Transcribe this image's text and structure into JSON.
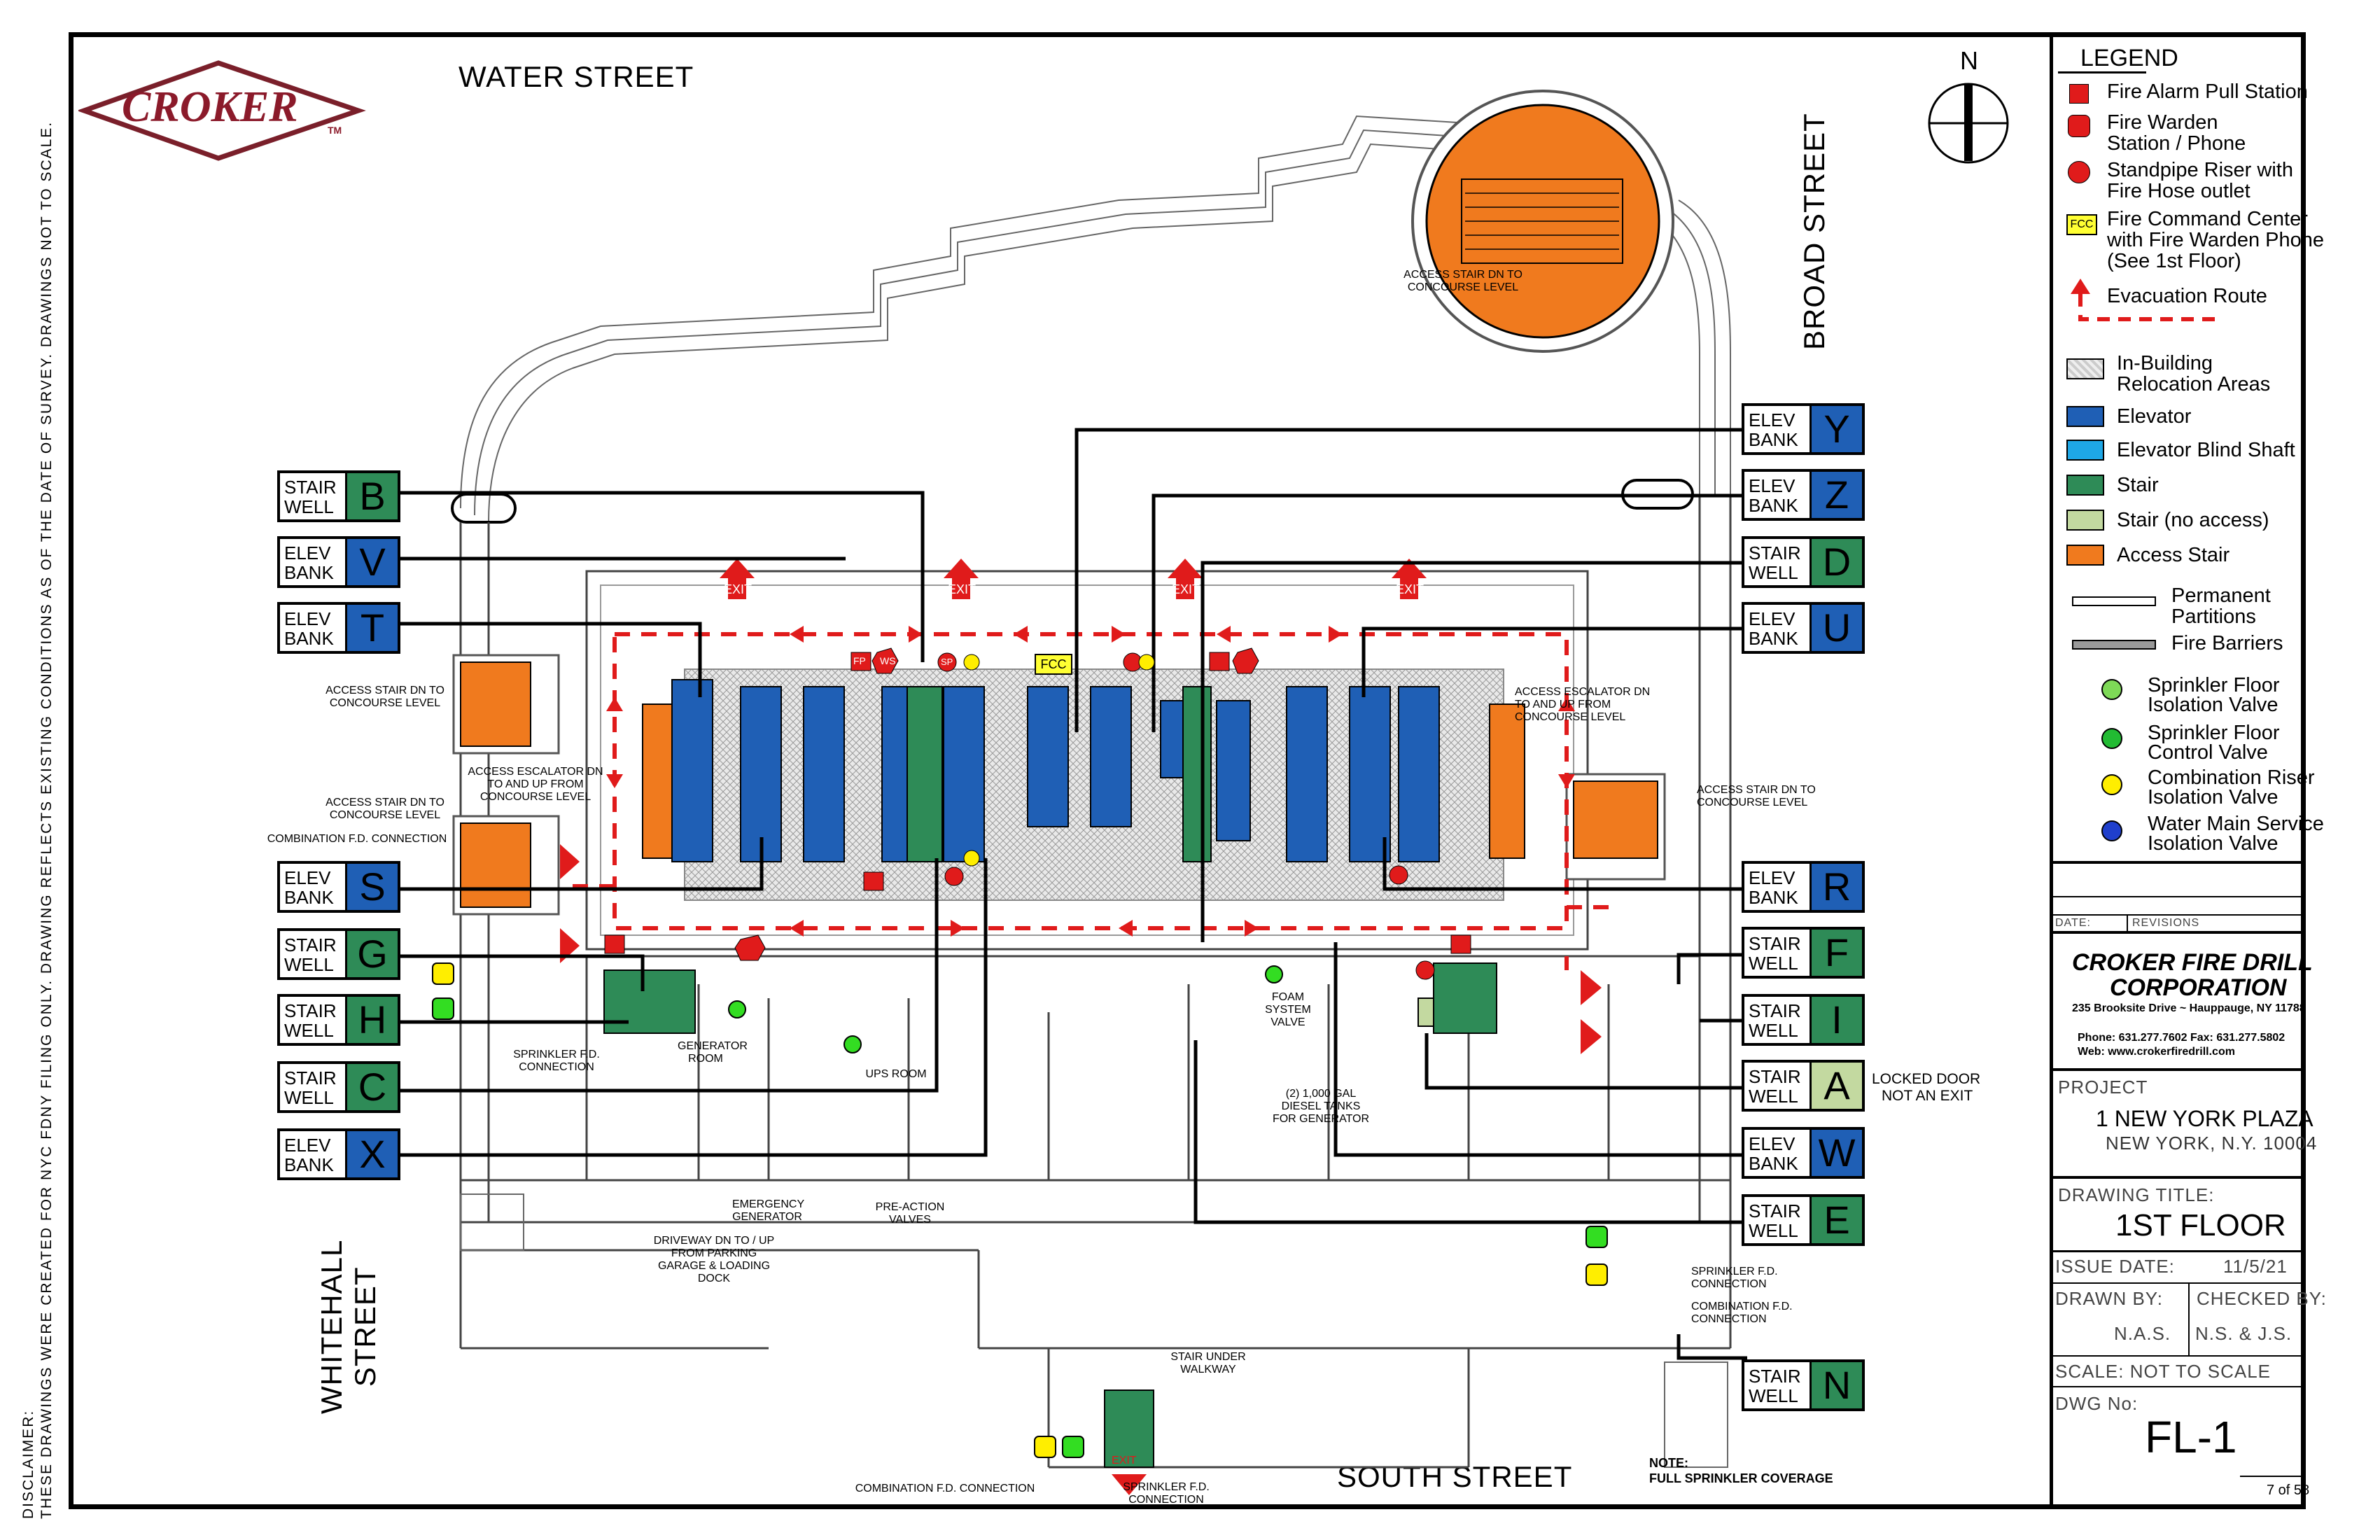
{
  "streets": {
    "water": "WATER STREET",
    "broad": "BROAD STREET",
    "whitehall_1": "WHITEHALL",
    "whitehall_2": "STREET",
    "south": "SOUTH STREET"
  },
  "logo": {
    "text": "CROKER",
    "tm": "TM"
  },
  "north": "N",
  "disclaimer": {
    "line1": "DISCLAIMER:",
    "line2": "THESE DRAWINGS WERE CREATED FOR NYC FDNY FILING ONLY. DRAWING REFLECTS EXISTING CONDITIONS AS OF THE DATE OF SURVEY. DRAWINGS NOT TO SCALE."
  },
  "key_boxes": {
    "b": {
      "type": "STAIR WELL",
      "letter": "B",
      "kind": "stair"
    },
    "v": {
      "type": "ELEV BANK",
      "letter": "V",
      "kind": "elev"
    },
    "t": {
      "type": "ELEV BANK",
      "letter": "T",
      "kind": "elev"
    },
    "s": {
      "type": "ELEV BANK",
      "letter": "S",
      "kind": "elev"
    },
    "g": {
      "type": "STAIR WELL",
      "letter": "G",
      "kind": "stair"
    },
    "h": {
      "type": "STAIR WELL",
      "letter": "H",
      "kind": "stair"
    },
    "c": {
      "type": "STAIR WELL",
      "letter": "C",
      "kind": "stair"
    },
    "x": {
      "type": "ELEV BANK",
      "letter": "X",
      "kind": "elev"
    },
    "y": {
      "type": "ELEV BANK",
      "letter": "Y",
      "kind": "elev"
    },
    "z": {
      "type": "ELEV BANK",
      "letter": "Z",
      "kind": "elev"
    },
    "d": {
      "type": "STAIR WELL",
      "letter": "D",
      "kind": "stair"
    },
    "u": {
      "type": "ELEV BANK",
      "letter": "U",
      "kind": "elev"
    },
    "r": {
      "type": "ELEV BANK",
      "letter": "R",
      "kind": "elev"
    },
    "f": {
      "type": "STAIR WELL",
      "letter": "F",
      "kind": "stair"
    },
    "i": {
      "type": "STAIR WELL",
      "letter": "I",
      "kind": "stair"
    },
    "a": {
      "type": "STAIR WELL",
      "letter": "A",
      "kind": "noaccess"
    },
    "w": {
      "type": "ELEV BANK",
      "letter": "W",
      "kind": "elev"
    },
    "e": {
      "type": "STAIR WELL",
      "letter": "E",
      "kind": "stair"
    },
    "n": {
      "type": "STAIR WELL",
      "letter": "N",
      "kind": "stair"
    }
  },
  "locked_door": {
    "line1": "LOCKED DOOR",
    "line2": "NOT AN EXIT"
  },
  "plan_labels": {
    "access_stair_top": "ACCESS STAIR DN TO CONCOURSE LEVEL",
    "access_stair_left1": "ACCESS STAIR DN TO CONCOURSE LEVEL",
    "access_stair_left2": "ACCESS STAIR DN TO CONCOURSE LEVEL",
    "access_escalator_left": "ACCESS ESCALATOR DN TO AND UP FROM CONCOURSE LEVEL",
    "access_escalator_right": "ACCESS ESCALATOR DN TO AND UP FROM CONCOURSE LEVEL",
    "access_stair_right": "ACCESS STAIR DN TO CONCOURSE LEVEL",
    "combination_fd_left": "COMBINATION F.D. CONNECTION",
    "sprinkler_fd_left": "SPRINKLER F.D. CONNECTION",
    "generator_room": "GENERATOR ROOM",
    "ups_room": "UPS ROOM",
    "emergency_generator": "EMERGENCY GENERATOR",
    "pre_action": "PRE-ACTION VALVES",
    "driveway": "DRIVEWAY DN TO / UP FROM PARKING GARAGE & LOADING DOCK",
    "foam": "FOAM SYSTEM VALVE",
    "diesel": "(2) 1,000 GAL DIESEL TANKS FOR GENERATOR",
    "sprinkler_fd_right": "SPRINKLER F.D. CONNECTION",
    "combination_fd_right": "COMBINATION F.D. CONNECTION",
    "stair_under": "STAIR UNDER WALKWAY",
    "combination_fd_bottom": "COMBINATION F.D. CONNECTION",
    "sprinkler_fd_bottom": "SPRINKLER F.D. CONNECTION",
    "note_title": "NOTE:",
    "note_body": "FULL SPRINKLER COVERAGE",
    "fcc": "FCC",
    "exit": "EXIT",
    "fp": "FP",
    "ws": "WS",
    "sp": "SP"
  },
  "legend": {
    "title": "LEGEND",
    "fire_alarm": "Fire Alarm Pull Station",
    "warden_1": "Fire Warden",
    "warden_2": "Station / Phone",
    "standpipe_1": "Standpipe Riser with",
    "standpipe_2": "Fire Hose outlet",
    "fcc_1": "Fire Command Center",
    "fcc_2": "with Fire Warden Phone",
    "fcc_3": "(See 1st Floor)",
    "evac": "Evacuation  Route",
    "reloc_1": "In-Building",
    "reloc_2": "Relocation Areas",
    "elevator": "Elevator",
    "blind": "Elevator Blind Shaft",
    "stair": "Stair",
    "stair_na": "Stair (no access)",
    "access_stair": "Access Stair",
    "perm_1": "Permanent",
    "perm_2": "Partitions",
    "barriers": "Fire Barriers",
    "sfiv_1": "Sprinkler Floor",
    "sfiv_2": "Isolation Valve",
    "sfcv_1": "Sprinkler Floor",
    "sfcv_2": "Control Valve",
    "criv_1": "Combination Riser",
    "criv_2": "Isolation Valve",
    "wms_1": "Water Main Service",
    "wms_2": "Isolation Valve"
  },
  "colors": {
    "elevator": "#1f5fb5",
    "blind": "#1ea7e6",
    "stair": "#2e8b57",
    "stair_na": "#c3d9a0",
    "access": "#f07a1e",
    "exit_red": "#e01b1b",
    "fcc": "#ffff33"
  },
  "titleblock": {
    "date_label": "DATE:",
    "revisions_label": "REVISIONS",
    "company_1": "CROKER FIRE DRILL",
    "company_2": "CORPORATION",
    "address": "235 Brooksite Drive ~ Hauppauge, NY 11788",
    "phone": "Phone: 631.277.7602  Fax: 631.277.5802",
    "web": "Web: www.crokerfiredrill.com",
    "project_label": "PROJECT",
    "project_name": "1 NEW YORK PLAZA",
    "project_city": "NEW YORK, N.Y. 10004",
    "drawing_title_label": "DRAWING TITLE:",
    "drawing_title": "1ST FLOOR",
    "issue_label": "ISSUE DATE:",
    "issue_date": "11/5/21",
    "drawn_label": "DRAWN BY:",
    "drawn": "N.A.S.",
    "checked_label": "CHECKED BY:",
    "checked": "N.S. & J.S.",
    "scale": "SCALE: NOT TO SCALE",
    "dwg_label": "DWG No:",
    "dwg": "FL-1",
    "page": "7 of 58"
  }
}
